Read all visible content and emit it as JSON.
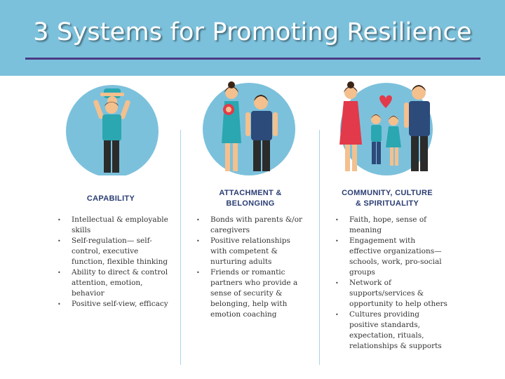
{
  "slide": {
    "title": "3 Systems for Promoting Resilience"
  },
  "colors": {
    "header_bg": "#7cc1dc",
    "title_rule": "#4b3a85",
    "circle": "#7cc1dc",
    "heading": "#2b3d73",
    "adult_shirt": "#2c4a7a",
    "child_shirt": "#2aa7b0",
    "mother_dress": "#2aa7b0",
    "community_dress": "#e23a4a",
    "skin": "#f3c08e",
    "hair": "#3a2416",
    "heart": "#e23a4a"
  },
  "columns": [
    {
      "heading_lines": [
        "CAPABILITY"
      ],
      "bullets": [
        "Intellectual & employable skills",
        "Self-regulation— self-control, executive function, flexible thinking",
        "Ability to direct & control attention, emotion, behavior",
        "Positive self-view, efficacy"
      ]
    },
    {
      "heading_lines": [
        "ATTACHMENT &",
        "BELONGING"
      ],
      "bullets": [
        "Bonds with parents &/or caregivers",
        "Positive relationships with competent & nurturing adults",
        "Friends or romantic partners who provide a sense of security & belonging, help with emotion coaching"
      ]
    },
    {
      "heading_lines": [
        "COMMUNITY, CULTURE",
        "& SPIRITUALITY"
      ],
      "bullets": [
        "Faith, hope, sense of meaning",
        "Engagement with effective organizations— schools, work, pro-social groups",
        "Network of supports/services & opportunity to help others",
        "Cultures providing positive standards, expectation, rituals, relationships & supports"
      ]
    }
  ],
  "bullet_glyph": "•"
}
